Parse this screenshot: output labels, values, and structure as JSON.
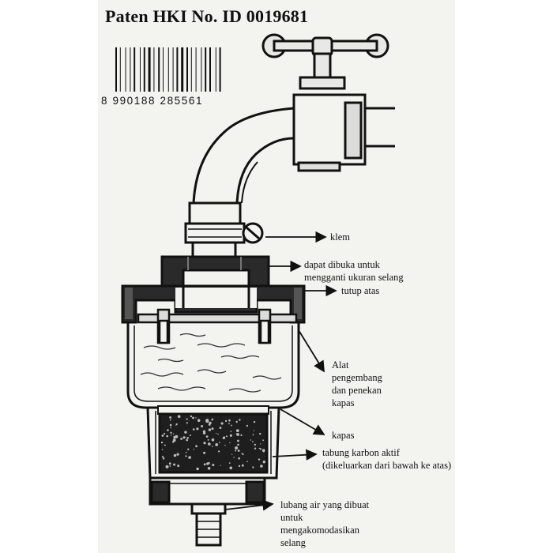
{
  "title": "Paten HKI No. ID 0019681",
  "barcode": {
    "digits": "8 990188 285561"
  },
  "labels": {
    "klem": "klem",
    "dapat_dibuka_line1": "dapat dibuka untuk",
    "dapat_dibuka_line2": "mengganti ukuran selang",
    "tutup_atas": "tutup atas",
    "alat_line1": "Alat",
    "alat_line2": "pengembang",
    "alat_line3": "dan penekan",
    "alat_line4": "kapas",
    "kapas": "kapas",
    "tabung_line1": "tabung karbon aktif",
    "tabung_line2": "(dikeluarkan dari bawah ke atas)",
    "lubang_line1": "lubang air yang dibuat",
    "lubang_line2": "untuk",
    "lubang_line3": "mengakomodasikan",
    "lubang_line4": "selang"
  }
}
